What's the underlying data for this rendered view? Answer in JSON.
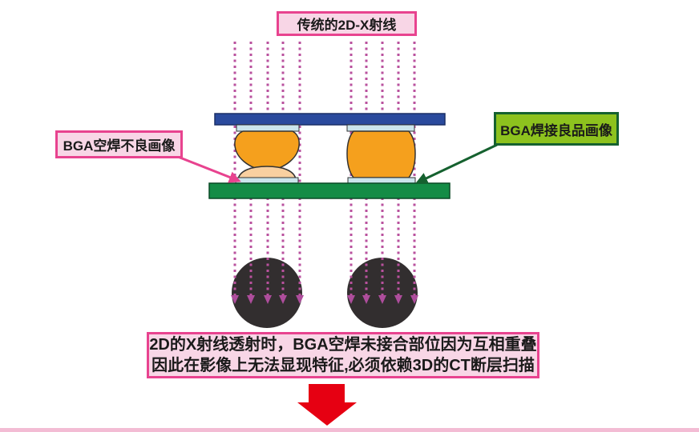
{
  "top_label": {
    "text": "传统的2D-X射线"
  },
  "left_label": {
    "text": "BGA空焊不良画像"
  },
  "right_label": {
    "text": "BGA焊接良品画像"
  },
  "note": {
    "line1": "2D的X射线透射时，BGA空焊未接合部位因为互相重叠",
    "line2": "因此在影像上无法显现特征,必须依赖3D的CT断层扫描"
  },
  "icons": {
    "xray_beam": "dotted-arrow-down-icon",
    "next_step": "big-red-arrow-down-icon"
  },
  "colors": {
    "pink_bg": "#F8D6E6",
    "pink_border": "#E8438F",
    "green_label_bg": "#8DC21E",
    "green_label_border": "#15612F",
    "board_top_blue": "#2A4A9D",
    "board_top_blue_edge": "#1A2F66",
    "board_bottom_green": "#148C46",
    "board_bottom_green_edge": "#0A4A26",
    "pad_light_blue": "#CBE5EC",
    "pad_edge": "#333333",
    "solder_orange": "#F5A01D",
    "void_peach": "#F9D0A0",
    "shape_outline": "#333333",
    "xray_dotted": "#B9519E",
    "xray_arrowhead": "#AE4D9C",
    "shadow_circle": "#322E2F",
    "big_arrow_red": "#E60012",
    "bottom_strip_pink": "#F3BCD4"
  }
}
